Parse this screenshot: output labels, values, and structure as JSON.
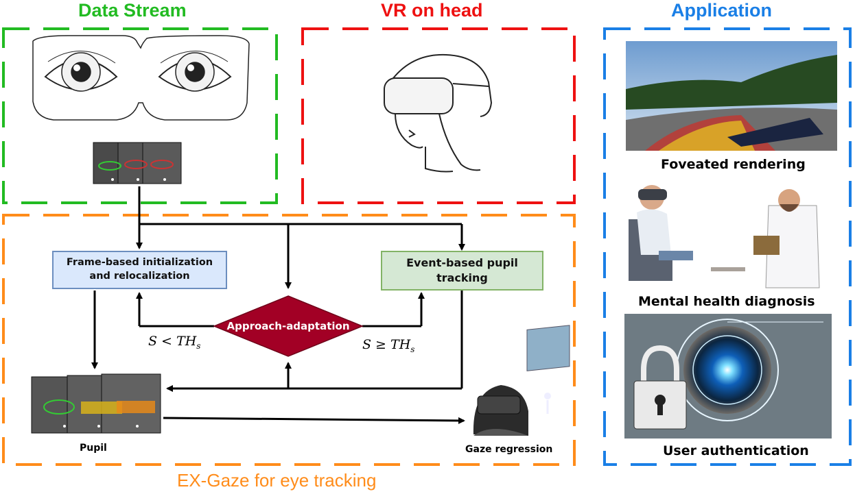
{
  "sections": {
    "data_stream": "Data Stream",
    "vr_on_head": "VR on head",
    "application": "Application",
    "ex_gaze": "EX-Gaze for eye tracking"
  },
  "flow": {
    "frame_box": "Frame-based initialization and relocalization",
    "event_box": "Event-based pupil tracking",
    "decision": "Approach-adaptation",
    "cond_left": "S < TH",
    "cond_left_sub": "s",
    "cond_right": "S ≥ TH",
    "cond_right_sub": "s",
    "pupil_label": "Pupil",
    "gaze_label": "Gaze regression"
  },
  "applications": [
    {
      "label": "Foveated rendering",
      "icon": "race-car-image"
    },
    {
      "label": "Mental health diagnosis",
      "icon": "vr-patient-doctor-image"
    },
    {
      "label": "User authentication",
      "icon": "eye-lock-image"
    }
  ],
  "colors": {
    "data_stream": "#22bb22",
    "vr": "#ee1111",
    "application": "#1a7fe6",
    "ex_gaze": "#ff8c1a",
    "frame_fill": "#dae8fc",
    "frame_stroke": "#6c8ebf",
    "event_fill": "#d5e8d4",
    "event_stroke": "#82b366",
    "decision_fill": "#a20025"
  }
}
